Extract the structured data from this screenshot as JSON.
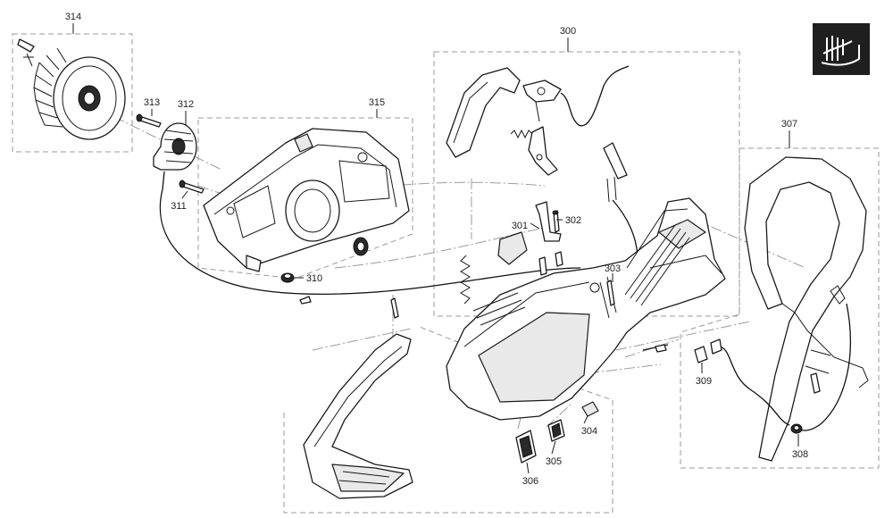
{
  "callouts": {
    "c300": "300",
    "c301": "301",
    "c302": "302",
    "c303": "303",
    "c304": "304",
    "c305": "305",
    "c306": "306",
    "c307": "307",
    "c308": "308",
    "c309": "309",
    "c310": "310",
    "c311": "311",
    "c312": "312",
    "c313": "313",
    "c314": "314",
    "c315": "315"
  },
  "badge": {
    "icon": "signature-icon",
    "background": "#1f1f1f",
    "foreground": "#ffffff"
  },
  "colors": {
    "line": "#1a1a1a",
    "dashed_box": "#9a9a9a",
    "shading": "#e9e9e9"
  }
}
